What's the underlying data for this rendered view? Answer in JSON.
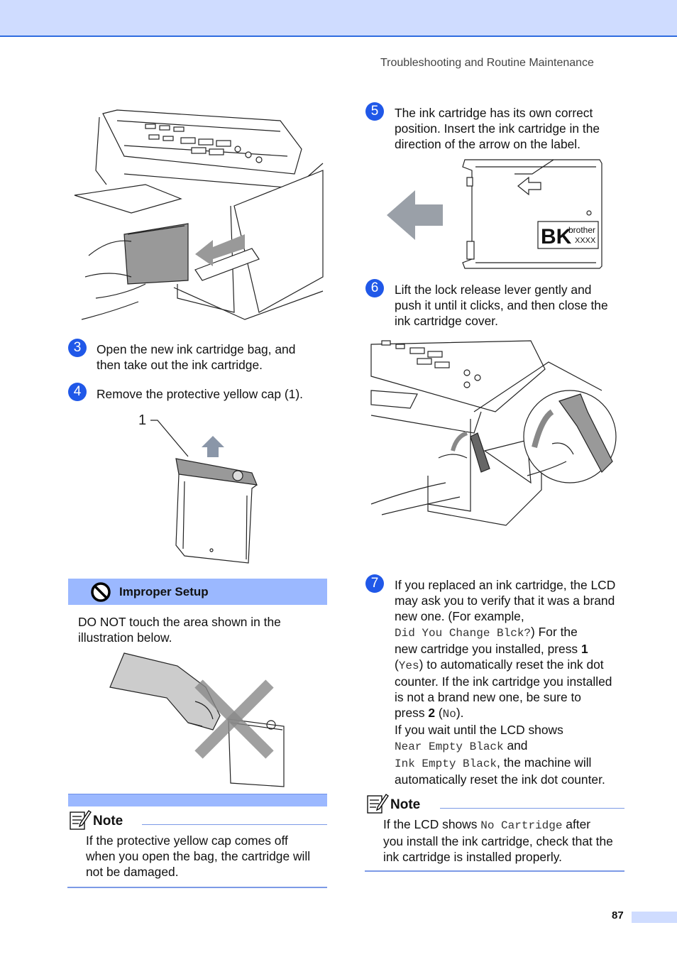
{
  "header": {
    "title": "Troubleshooting and Routine Maintenance"
  },
  "steps": {
    "s3": {
      "num": "3",
      "text1": "Open the new ink cartridge bag, and",
      "text2": "then take out the ink cartridge."
    },
    "s4": {
      "num": "4",
      "text": "Remove the protective yellow cap (1)."
    },
    "s5": {
      "num": "5",
      "l1": "The ink cartridge has its own correct",
      "l2": "position. Insert the ink cartridge in the",
      "l3": "direction of the arrow on the label."
    },
    "s6": {
      "num": "6",
      "l1": "Lift the lock release lever gently and",
      "l2": "push it until it clicks, and then close the",
      "l3": "ink cartridge cover."
    },
    "s7": {
      "num": "7",
      "l1": "If you replaced an ink cartridge, the LCD",
      "l2": "may ask you to verify that it was a brand",
      "l3": "new one. (For example,",
      "lcd1": "Did You Change Blck?",
      "l4b": ") For the",
      "l5a": "new cartridge you installed, press ",
      "key1": "1",
      "l6a": "(",
      "lcd_yes": "Yes",
      "l6b": ") to automatically reset the ink dot",
      "l7": "counter. If the ink cartridge you installed",
      "l8": "is not a brand new one, be sure to",
      "l9a": "press ",
      "key2": "2",
      "l9b": " (",
      "lcd_no": "No",
      "l9c": ").",
      "l10": "If you wait until the LCD shows",
      "lcd2": "Near Empty Black",
      "l11b": " and",
      "lcd3": "Ink Empty Black",
      "l12b": ", the machine will",
      "l13": "automatically reset the ink dot counter."
    }
  },
  "figures": {
    "label_1": "1",
    "cartridge_label_bk": "BK",
    "cartridge_label_brand": "brother",
    "cartridge_label_model": "XXXX"
  },
  "improper": {
    "title": "Improper Setup",
    "l1": "DO NOT touch the area shown in the",
    "l2": "illustration below."
  },
  "note_left": {
    "title": "Note",
    "l1": "If the protective yellow cap comes off",
    "l2": "when you open the bag, the cartridge will",
    "l3": "not be damaged."
  },
  "note_right": {
    "title": "Note",
    "l1a": "If the LCD shows ",
    "lcd": "No Cartridge",
    "l1b": " after",
    "l2": "you install the ink cartridge, check that the",
    "l3": "ink cartridge is installed properly."
  },
  "page": {
    "number": "87"
  },
  "colors": {
    "accent": "#2058e8",
    "band": "#9bb8ff",
    "top": "#cfdcff"
  }
}
